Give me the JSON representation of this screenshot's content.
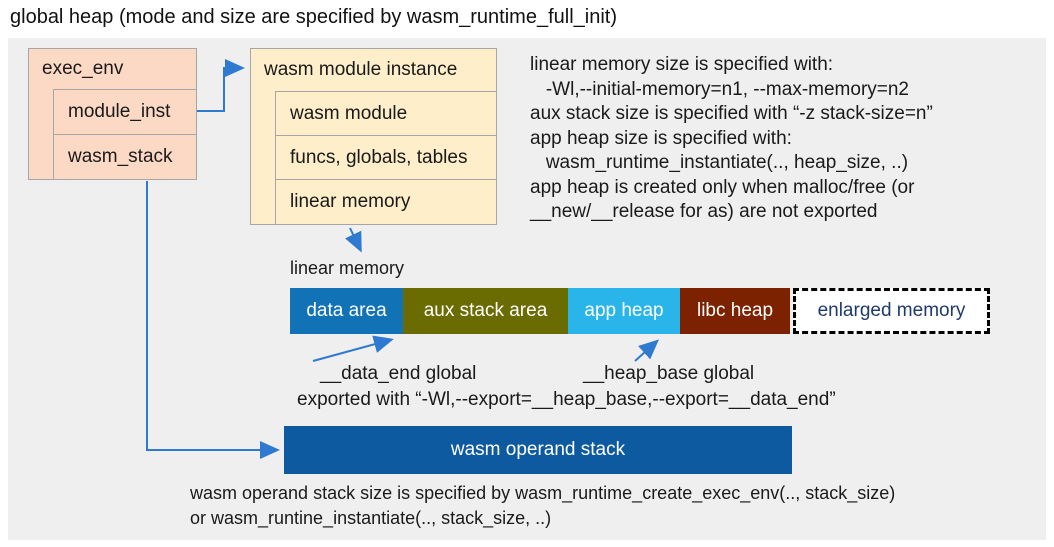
{
  "title": "global heap (mode and size are specified by wasm_runtime_full_init)",
  "exec_env": {
    "title": "exec_env",
    "rows": [
      {
        "label": "module_inst"
      },
      {
        "label": "wasm_stack"
      }
    ]
  },
  "module_instance": {
    "title": "wasm module instance",
    "rows": [
      {
        "label": "wasm module"
      },
      {
        "label": "funcs, globals, tables"
      },
      {
        "label": "linear memory"
      }
    ]
  },
  "notes": {
    "lines": [
      "linear memory size is specified with:",
      "   -Wl,--initial-memory=n1, --max-memory=n2",
      "aux stack size is specified with “-z stack-size=n”",
      "app heap size is specified with:",
      "   wasm_runtime_instantiate(.., heap_size, ..)",
      "app heap is created only when malloc/free (or",
      "__new/__release for as) are not exported"
    ]
  },
  "linear_memory": {
    "label": "linear memory",
    "segments": [
      {
        "label": "data area",
        "color": "#1173b6"
      },
      {
        "label": "aux stack area",
        "color": "#6a6b01"
      },
      {
        "label": "app heap",
        "color": "#29b5ea"
      },
      {
        "label": "libc heap",
        "color": "#7c2200"
      },
      {
        "label": "enlarged memory",
        "color": "#ffffff",
        "text_color": "#1f3a6e",
        "border_style": "dashed"
      }
    ]
  },
  "annotations": {
    "data_end": "__data_end global",
    "heap_base": "__heap_base global",
    "exported": "exported with “-Wl,--export=__heap_base,--export=__data_end”"
  },
  "operand_stack": {
    "label": "wasm operand stack",
    "color": "#0e5aa0"
  },
  "footer": {
    "lines": [
      "wasm operand stack size is specified by wasm_runtime_create_exec_env(.., stack_size)",
      "or wasm_runtine_instantiate(.., stack_size, ..)"
    ]
  },
  "colors": {
    "background": "#efefef",
    "struct_box_fill": "#fcd9c5",
    "instance_box_fill": "#feeeca",
    "box_border": "#a6a6a6",
    "arrow": "#2f7ad1",
    "text": "#1a1a1a"
  }
}
